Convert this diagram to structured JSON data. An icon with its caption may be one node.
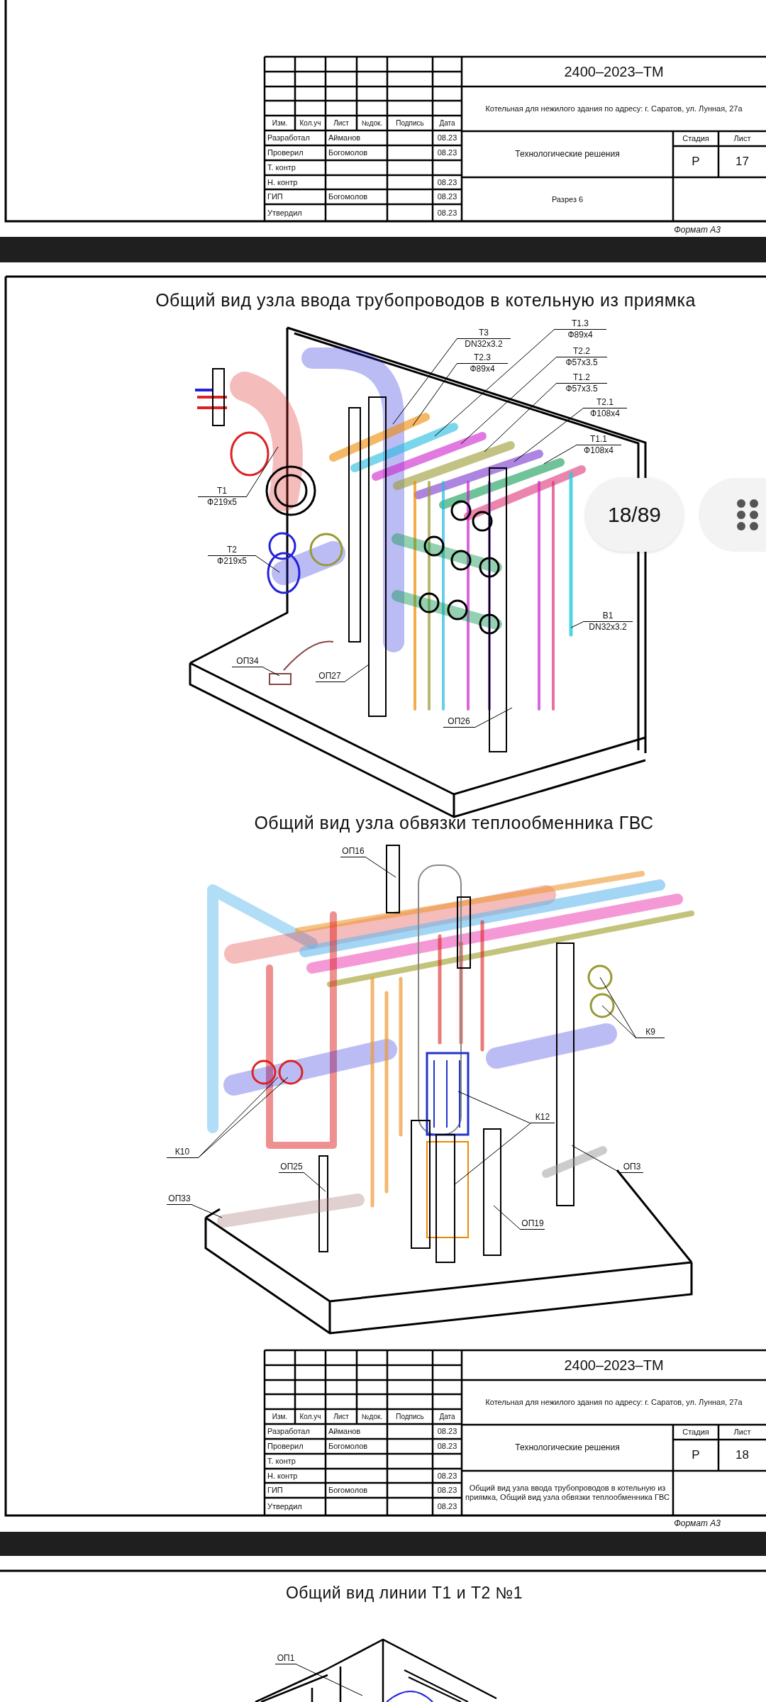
{
  "diagram": {
    "nodes": [
      {
        "text": [
          "Т3",
          "DN32x3.2"
        ]
      },
      {
        "text": [
          "Т2.3",
          "Ф89х4"
        ]
      },
      {
        "text": [
          "Т1.3",
          "Ф89х4"
        ]
      },
      {
        "text": [
          "Т2.2",
          "Ф57х3.5"
        ]
      },
      {
        "text": [
          "Т1.2",
          "Ф57х3.5"
        ]
      },
      {
        "text": [
          "Т2.1",
          "Ф108х4"
        ]
      },
      {
        "text": [
          "Т1.1",
          "Ф108х4"
        ]
      },
      {
        "text": [
          "Т1",
          "Ф219х5"
        ]
      },
      {
        "text": [
          "Т2",
          "Ф219х5"
        ]
      },
      {
        "text": [
          "В1",
          "DN32x3.2"
        ]
      },
      {
        "text": [
          "ОП34"
        ]
      },
      {
        "text": [
          "ОП27"
        ]
      },
      {
        "text": [
          "ОП26"
        ]
      },
      {
        "text": [
          "ОП16"
        ]
      },
      {
        "text": [
          "К9"
        ]
      },
      {
        "text": [
          "К10"
        ]
      },
      {
        "text": [
          "К12"
        ]
      },
      {
        "text": [
          "ОП25"
        ]
      },
      {
        "text": [
          "ОП3"
        ]
      },
      {
        "text": [
          "ОП33"
        ]
      },
      {
        "text": [
          "ОП19"
        ]
      },
      {
        "text": [
          "ОП1"
        ]
      }
    ],
    "edges": [
      {
        "from": 0,
        "to": null,
        "arrow": "none"
      },
      {
        "from": 1,
        "to": null,
        "arrow": "none"
      },
      {
        "from": 2,
        "to": null,
        "arrow": "none"
      },
      {
        "from": 3,
        "to": null,
        "arrow": "none"
      },
      {
        "from": 4,
        "to": null,
        "arrow": "none"
      },
      {
        "from": 5,
        "to": null,
        "arrow": "none"
      },
      {
        "from": 6,
        "to": null,
        "arrow": "none"
      },
      {
        "from": 7,
        "to": null,
        "arrow": "none"
      },
      {
        "from": 8,
        "to": null,
        "arrow": "none"
      },
      {
        "from": 9,
        "to": null,
        "arrow": "none"
      },
      {
        "from": 10,
        "to": null,
        "arrow": "none"
      },
      {
        "from": 11,
        "to": null,
        "arrow": "none"
      },
      {
        "from": 12,
        "to": null,
        "arrow": "none"
      },
      {
        "from": 13,
        "to": null,
        "arrow": "none"
      },
      {
        "from": 14,
        "to": null,
        "arrow": "none"
      },
      {
        "from": 14,
        "to": null,
        "arrow": "none"
      },
      {
        "from": 15,
        "to": null,
        "arrow": "none"
      },
      {
        "from": 15,
        "to": null,
        "arrow": "none"
      },
      {
        "from": 16,
        "to": null,
        "arrow": "none"
      },
      {
        "from": 16,
        "to": null,
        "arrow": "none"
      },
      {
        "from": 17,
        "to": null,
        "arrow": "none"
      },
      {
        "from": 18,
        "to": null,
        "arrow": "none"
      },
      {
        "from": 19,
        "to": null,
        "arrow": "none"
      },
      {
        "from": 20,
        "to": null,
        "arrow": "none"
      },
      {
        "from": 21,
        "to": null,
        "arrow": "none"
      }
    ],
    "labels": [
      "2400–2023–ТМ",
      "Котельная для нежилого здания по адресу: г. Саратов, ул. Лунная, 27а",
      "Изм.",
      "Кол.уч",
      "Лист",
      "№док.",
      "Подпись",
      "Дата",
      "Разработал",
      "Айманов",
      "08.23",
      "Технологические решения",
      "Стадия",
      "Лист",
      "Проверил",
      "Богомолов",
      "08.23",
      "Р",
      "17",
      "Т. контр",
      "Н. контр",
      "08.23",
      "Разрез 6",
      "ГИП",
      "Богомолов",
      "08.23",
      "Утвердил",
      "08.23",
      "Формат А3",
      "Общий вид узла ввода трубопроводов в котельную из приямка",
      "18/89",
      "Общий вид узла обвязки теплообменника ГВС",
      "2400–2023–ТМ",
      "Котельная для нежилого здания по адресу: г. Саратов, ул. Лунная, 27а",
      "Изм.",
      "Кол.уч",
      "Лист",
      "№док.",
      "Подпись",
      "Дата",
      "Разработал",
      "Айманов",
      "08.23",
      "Технологические решения",
      "Стадия",
      "Лист",
      "Проверил",
      "Богомолов",
      "08.23",
      "Р",
      "18",
      "Т. контр",
      "Н. контр",
      "08.23",
      "Общий вид узла ввода трубопроводов в котельную из приямка, Общий вид узла обвязки теплообменника ГВС",
      "ГИП",
      "Богомолов",
      "08.23",
      "Утвердил",
      "08.23",
      "Формат А3",
      "Общий вид линии Т1 и Т2 №1"
    ]
  }
}
